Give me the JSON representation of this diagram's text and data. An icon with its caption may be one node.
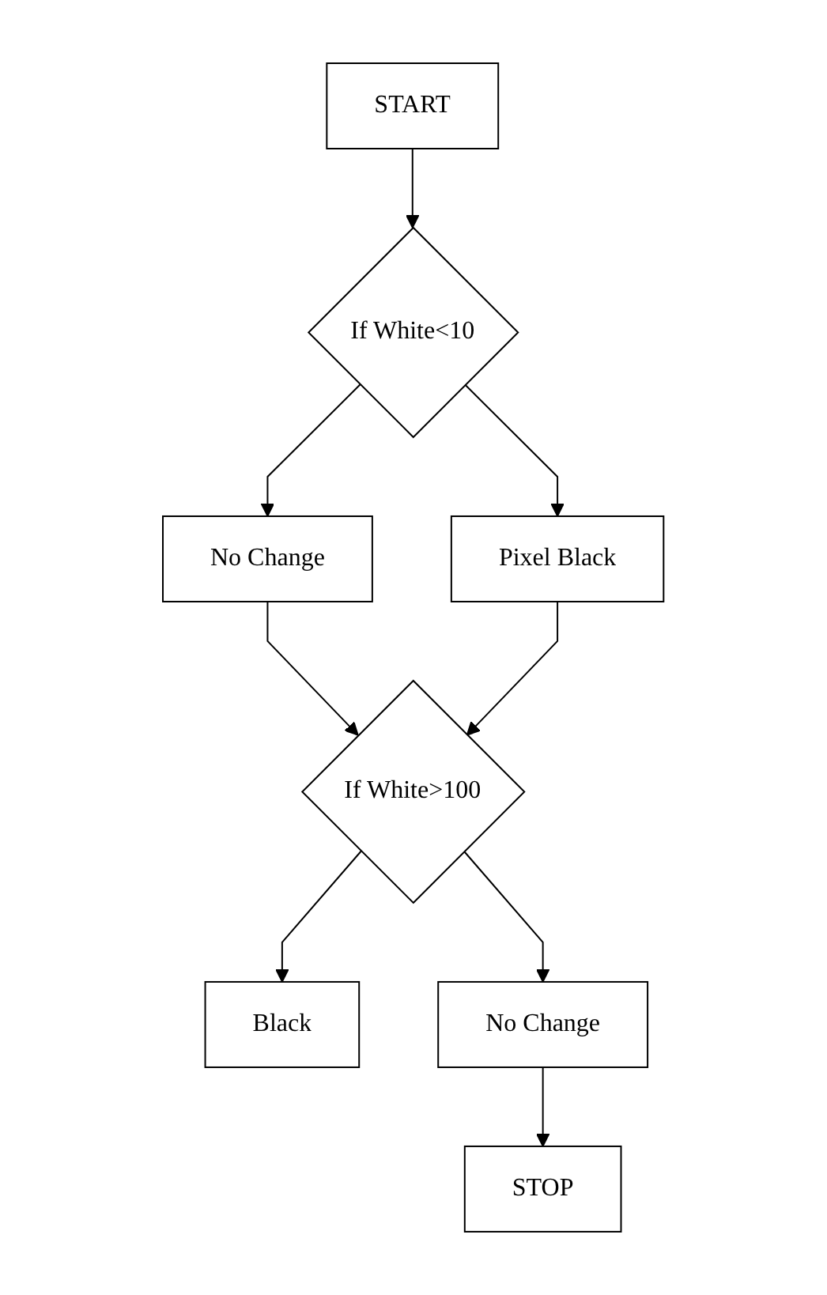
{
  "diagram": {
    "nodes": [
      {
        "text": [
          "START"
        ]
      },
      {
        "text": [
          "If White<10"
        ]
      },
      {
        "text": [
          "Pixel Black"
        ]
      },
      {
        "text": [
          "No Change"
        ]
      },
      {
        "text": [
          "If White>100"
        ]
      },
      {
        "text": [
          "Black"
        ]
      },
      {
        "text": [
          "No Change"
        ]
      },
      {
        "text": [
          "STOP"
        ]
      }
    ],
    "edges": [
      {
        "from": 0,
        "to": 1,
        "arrow": "to"
      },
      {
        "from": 1,
        "to": 2,
        "arrow": "to"
      },
      {
        "from": 1,
        "to": 3,
        "arrow": "to"
      },
      {
        "from": 3,
        "to": 4,
        "arrow": "to"
      },
      {
        "from": 2,
        "to": 4,
        "arrow": "to"
      },
      {
        "from": 4,
        "to": 5,
        "arrow": "to"
      },
      {
        "from": 4,
        "to": 6,
        "arrow": "to"
      },
      {
        "from": 6,
        "to": 7,
        "arrow": "to"
      }
    ]
  }
}
